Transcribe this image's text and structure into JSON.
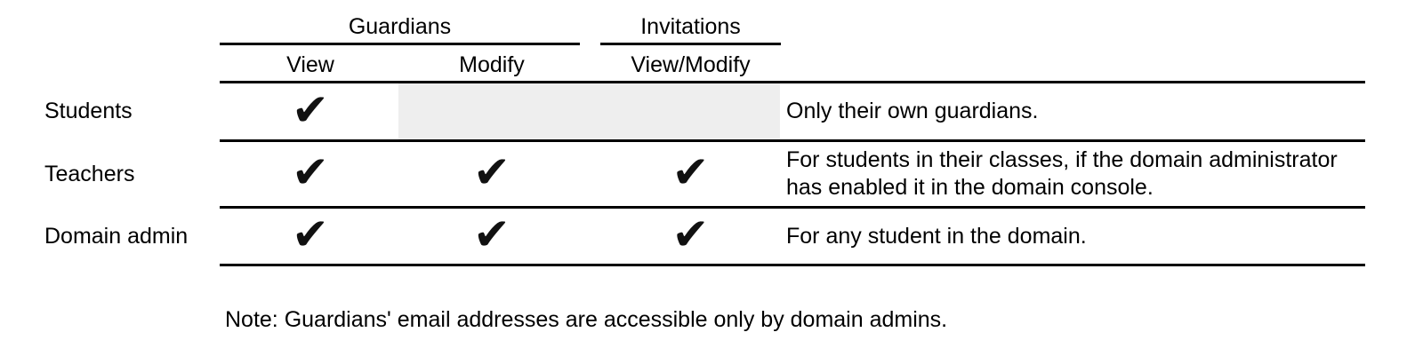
{
  "table": {
    "column_groups": [
      {
        "label": "Guardians"
      },
      {
        "label": "Invitations"
      }
    ],
    "columns": {
      "view": "View",
      "modify": "Modify",
      "view_modify": "View/Modify"
    },
    "rows": [
      {
        "label": "Students",
        "checks": {
          "view": "✔"
        },
        "note_lines": [
          "Only their own guardians."
        ]
      },
      {
        "label": "Teachers",
        "checks": {
          "view": "✔",
          "modify": "✔",
          "view_modify": "✔"
        },
        "note_lines": [
          "For students in their classes, if the domain administrator",
          "has enabled it in the domain console."
        ]
      },
      {
        "label": "Domain admin",
        "checks": {
          "view": "✔",
          "modify": "✔",
          "view_modify": "✔"
        },
        "note_lines": [
          "For any student in the domain."
        ]
      }
    ]
  },
  "footnote": "Note: Guardians' email addresses are accessible only by domain admins.",
  "colors": {
    "text": "#000000",
    "rule": "#000000",
    "disabled_cell": "#eeeeee",
    "check": "#111111",
    "background": "#ffffff"
  }
}
